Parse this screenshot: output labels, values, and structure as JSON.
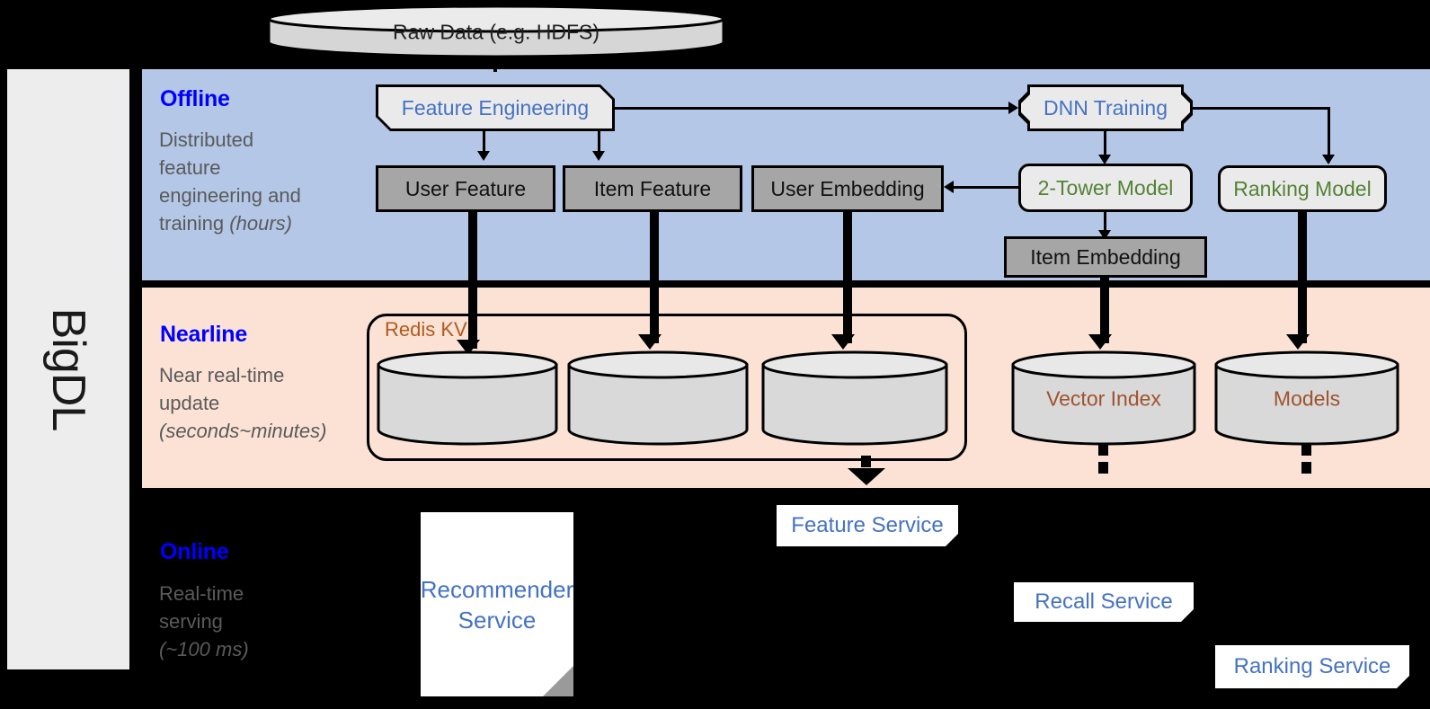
{
  "framework": {
    "label": "BigDL"
  },
  "source": {
    "label": "Raw Data (e.g. HDFS)"
  },
  "stages": [
    {
      "name": "offline",
      "title": "Offline",
      "desc_plain": "Distributed feature engineering and training (hours)",
      "desc_lines": [
        "Distributed",
        "feature",
        "engineering and",
        "training "
      ],
      "desc_italic": "(hours)"
    },
    {
      "name": "nearline",
      "title": "Nearline",
      "desc_plain": "Near real-time update (seconds~minutes)",
      "desc_lines": [
        "Near real-time",
        "update"
      ],
      "desc_italic": "(seconds~minutes)"
    },
    {
      "name": "online",
      "title": "Online",
      "desc_plain": "Real-time serving (~100 ms)",
      "desc_lines": [
        "Real-time",
        "serving"
      ],
      "desc_italic": "(~100 ms)"
    }
  ],
  "offline": {
    "feature_engineering": "Feature Engineering",
    "dnn_training": "DNN Training",
    "user_feature": "User Feature",
    "item_feature": "Item Feature",
    "user_embedding": "User Embedding",
    "two_tower_model": "2-Tower Model",
    "ranking_model": "Ranking Model",
    "item_embedding": "Item Embedding"
  },
  "nearline": {
    "redis_kv": "Redis KV",
    "store_user_feature": "",
    "store_item_feature": "",
    "store_user_embedding": "",
    "vector_index": "Vector Index",
    "models": "Models"
  },
  "online": {
    "recommender_service": "Recommender Service",
    "recommender_service_l1": "Recommender",
    "recommender_service_l2": "Service",
    "feature_service": "Feature Service",
    "recall_service": "Recall Service",
    "ranking_service": "Ranking Service"
  },
  "colors": {
    "offline_band": "#b4c7e7",
    "nearline_band": "#fbe2d5",
    "online_band": "#000000",
    "stage_title": "#0000ff",
    "stage_desc": "#5a5a5a",
    "blue_text": "#4472c4",
    "green_text": "#548235",
    "brown_text": "#a0522d",
    "redis_label": "#b05a1e",
    "gray_box": "#a6a6a6",
    "proc_box": "#eaeaea",
    "rail": "#ededed",
    "cylinder": "#d9d9d9"
  }
}
